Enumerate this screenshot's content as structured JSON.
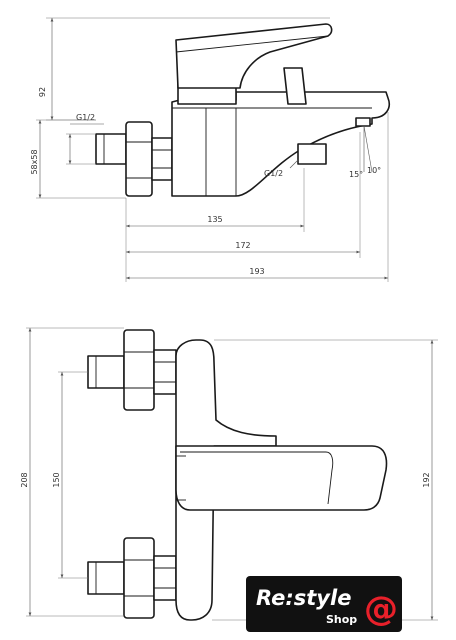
{
  "side_view": {
    "dim_height_top": "92",
    "dim_height_body": "58x58",
    "thread_inlet": "G1/2",
    "thread_outlet": "G1/2",
    "angle_a": "15°",
    "angle_b": "10°",
    "dim_length_a": "135",
    "dim_length_b": "172",
    "dim_length_c": "193"
  },
  "front_view": {
    "dim_overall": "208",
    "dim_spacing": "150",
    "dim_right": "192"
  },
  "logo": {
    "brand": "Re:style",
    "sub": "Shop",
    "mark": "@",
    "accent_color": "#e8202a"
  }
}
